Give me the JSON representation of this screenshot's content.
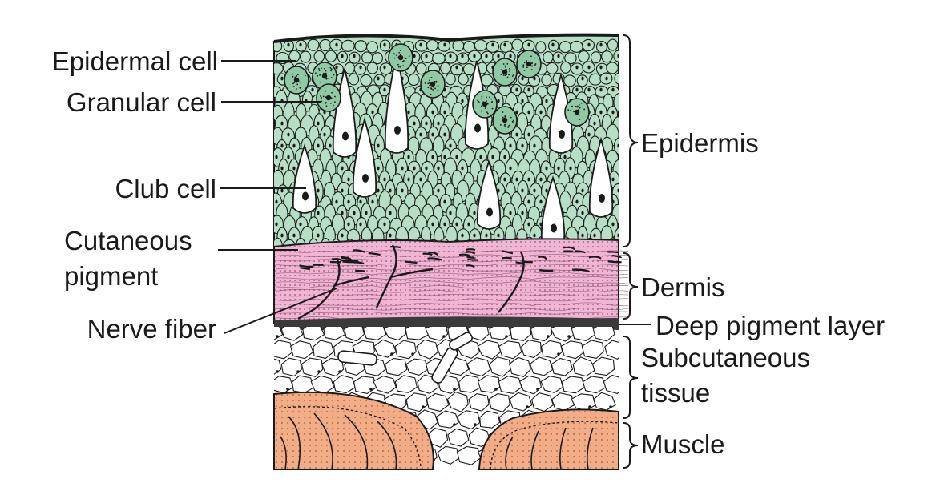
{
  "labels_left": {
    "epidermal_cell": "Epidermal cell",
    "granular_cell": "Granular cell",
    "club_cell": "Club cell",
    "cutaneous_pigment_line1": "Cutaneous",
    "cutaneous_pigment_line2": "pigment",
    "nerve_fiber": "Nerve fiber"
  },
  "labels_right": {
    "epidermis": "Epidermis",
    "dermis": "Dermis",
    "deep_pigment_layer": "Deep pigment layer",
    "subcutaneous_line1": "Subcutaneous",
    "subcutaneous_line2": "tissue",
    "muscle": "Muscle"
  },
  "colors": {
    "epidermis_fill": "#b7dfc5",
    "dermis_fill": "#f1b5d4",
    "muscle_fill": "#f3ad86",
    "subcutaneous_fill": "#ffffff",
    "ink": "#1a1a1a"
  }
}
